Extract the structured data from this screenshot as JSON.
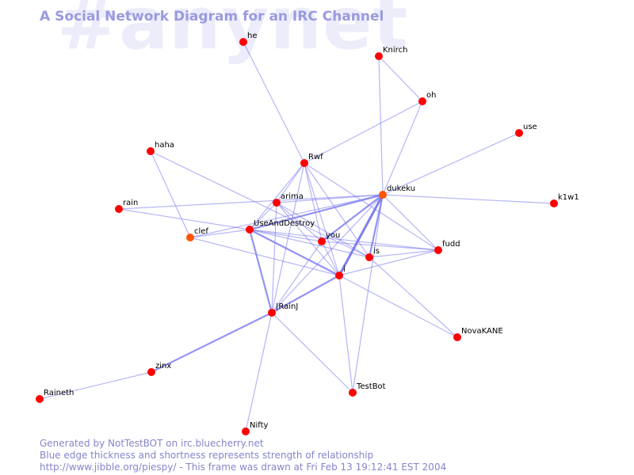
{
  "watermark": "#anynet",
  "title": "A Social Network Diagram for an IRC Channel",
  "colors": {
    "edge": "#7878f0",
    "node": "#ff0000",
    "node_hub": "#ff5500",
    "title": "#9a9ae0",
    "footer": "#8585cc",
    "watermark": "#ececfb"
  },
  "footer": {
    "line1": "Generated by NotTestBOT on irc.bluecherry.net",
    "line2": "Blue edge thickness and shortness represents strength of relationship",
    "line3": "http://www.jibble.org/piespy/ - This frame was drawn at Fri Feb 13 19:12:41 EST 2004"
  },
  "nodes": [
    {
      "id": "he",
      "label": "he"
    },
    {
      "id": "Knirch",
      "label": "Knirch"
    },
    {
      "id": "oh",
      "label": "oh"
    },
    {
      "id": "use",
      "label": "use"
    },
    {
      "id": "haha",
      "label": "haha"
    },
    {
      "id": "Rwf",
      "label": "Rwf"
    },
    {
      "id": "dukeku",
      "label": "dukeku"
    },
    {
      "id": "k1w1",
      "label": "k1w1"
    },
    {
      "id": "rain",
      "label": "rain"
    },
    {
      "id": "arima",
      "label": "arima"
    },
    {
      "id": "UseAndDestroy",
      "label": "UseAndDestroy"
    },
    {
      "id": "clef",
      "label": "clef"
    },
    {
      "id": "you",
      "label": "you"
    },
    {
      "id": "fudd",
      "label": "fudd"
    },
    {
      "id": "is",
      "label": "is"
    },
    {
      "id": "i",
      "label": "i"
    },
    {
      "id": "Rain",
      "label": "|RainJ"
    },
    {
      "id": "NovaKANE",
      "label": "NovaKANE"
    },
    {
      "id": "zinx",
      "label": "zinx"
    },
    {
      "id": "TestBot",
      "label": "TestBot"
    },
    {
      "id": "Raineth",
      "label": "Raineth"
    },
    {
      "id": "Nifty",
      "label": "Nifty"
    }
  ],
  "edges": [
    {
      "from": "he",
      "to": "Rwf",
      "weight": 1
    },
    {
      "from": "Knirch",
      "to": "oh",
      "weight": 1
    },
    {
      "from": "Knirch",
      "to": "dukeku",
      "weight": 1
    },
    {
      "from": "oh",
      "to": "dukeku",
      "weight": 1
    },
    {
      "from": "oh",
      "to": "Rwf",
      "weight": 1
    },
    {
      "from": "use",
      "to": "dukeku",
      "weight": 1
    },
    {
      "from": "k1w1",
      "to": "dukeku",
      "weight": 1
    },
    {
      "from": "haha",
      "to": "clef",
      "weight": 1
    },
    {
      "from": "haha",
      "to": "is",
      "weight": 1
    },
    {
      "from": "rain",
      "to": "dukeku",
      "weight": 1
    },
    {
      "from": "rain",
      "to": "UseAndDestroy",
      "weight": 1
    },
    {
      "from": "Rwf",
      "to": "arima",
      "weight": 1
    },
    {
      "from": "Rwf",
      "to": "UseAndDestroy",
      "weight": 1
    },
    {
      "from": "Rwf",
      "to": "you",
      "weight": 1
    },
    {
      "from": "Rwf",
      "to": "is",
      "weight": 1
    },
    {
      "from": "Rwf",
      "to": "i",
      "weight": 1
    },
    {
      "from": "Rwf",
      "to": "fudd",
      "weight": 1
    },
    {
      "from": "Rwf",
      "to": "Rain",
      "weight": 1
    },
    {
      "from": "dukeku",
      "to": "arima",
      "weight": 1
    },
    {
      "from": "dukeku",
      "to": "UseAndDestroy",
      "weight": 2
    },
    {
      "from": "dukeku",
      "to": "i",
      "weight": 3
    },
    {
      "from": "dukeku",
      "to": "is",
      "weight": 2
    },
    {
      "from": "dukeku",
      "to": "you",
      "weight": 2
    },
    {
      "from": "dukeku",
      "to": "fudd",
      "weight": 1
    },
    {
      "from": "dukeku",
      "to": "TestBot",
      "weight": 1
    },
    {
      "from": "dukeku",
      "to": "clef",
      "weight": 1
    },
    {
      "from": "dukeku",
      "to": "Rain",
      "weight": 1
    },
    {
      "from": "arima",
      "to": "UseAndDestroy",
      "weight": 1
    },
    {
      "from": "arima",
      "to": "you",
      "weight": 1
    },
    {
      "from": "arima",
      "to": "is",
      "weight": 1
    },
    {
      "from": "arima",
      "to": "i",
      "weight": 1
    },
    {
      "from": "arima",
      "to": "Rain",
      "weight": 1
    },
    {
      "from": "UseAndDestroy",
      "to": "clef",
      "weight": 1
    },
    {
      "from": "UseAndDestroy",
      "to": "you",
      "weight": 1
    },
    {
      "from": "UseAndDestroy",
      "to": "is",
      "weight": 1
    },
    {
      "from": "UseAndDestroy",
      "to": "i",
      "weight": 2
    },
    {
      "from": "UseAndDestroy",
      "to": "Rain",
      "weight": 2
    },
    {
      "from": "UseAndDestroy",
      "to": "fudd",
      "weight": 1
    },
    {
      "from": "clef",
      "to": "i",
      "weight": 1
    },
    {
      "from": "you",
      "to": "i",
      "weight": 1
    },
    {
      "from": "you",
      "to": "Rain",
      "weight": 1
    },
    {
      "from": "you",
      "to": "fudd",
      "weight": 1
    },
    {
      "from": "is",
      "to": "NovaKANE",
      "weight": 1
    },
    {
      "from": "is",
      "to": "fudd",
      "weight": 1
    },
    {
      "from": "i",
      "to": "fudd",
      "weight": 1
    },
    {
      "from": "i",
      "to": "Rain",
      "weight": 2
    },
    {
      "from": "i",
      "to": "NovaKANE",
      "weight": 1
    },
    {
      "from": "i",
      "to": "TestBot",
      "weight": 1
    },
    {
      "from": "Rain",
      "to": "zinx",
      "weight": 2
    },
    {
      "from": "Rain",
      "to": "TestBot",
      "weight": 1
    },
    {
      "from": "Rain",
      "to": "Nifty",
      "weight": 1
    },
    {
      "from": "zinx",
      "to": "Raineth",
      "weight": 1
    }
  ]
}
